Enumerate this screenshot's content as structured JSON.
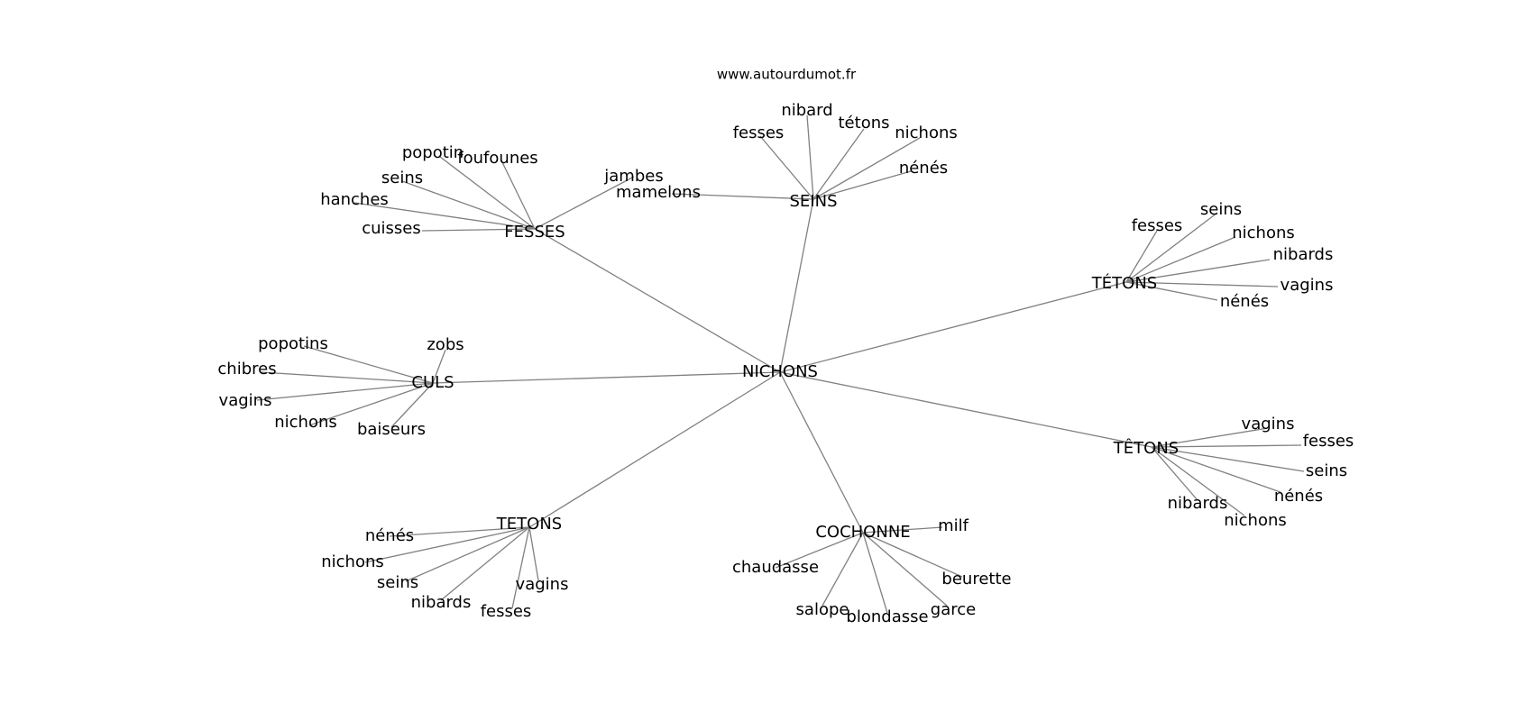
{
  "credit": "www.autourdumot.fr",
  "colors": {
    "edge": "#808080",
    "text": "#000000",
    "background": "#ffffff"
  },
  "center": "NICHONS",
  "clusters": [
    {
      "id": "fesses",
      "label": "FESSES",
      "words": [
        "jambes",
        "foufounes",
        "popotin",
        "seins",
        "hanches",
        "cuisses"
      ]
    },
    {
      "id": "seins",
      "label": "SEINS",
      "words": [
        "mamelons",
        "fesses",
        "nibard",
        "tétons",
        "nichons",
        "nénés"
      ]
    },
    {
      "id": "tetons-acute",
      "label": "TÉTONS",
      "words": [
        "fesses",
        "seins",
        "nichons",
        "nibards",
        "vagins",
        "nénés"
      ]
    },
    {
      "id": "culs",
      "label": "CULS",
      "words": [
        "zobs",
        "popotins",
        "chibres",
        "vagins",
        "nichons",
        "baiseurs"
      ]
    },
    {
      "id": "tetons-circ",
      "label": "TÊTONS",
      "words": [
        "vagins",
        "fesses",
        "seins",
        "nénés",
        "nichons",
        "nibards"
      ]
    },
    {
      "id": "tetons",
      "label": "TETONS",
      "words": [
        "nénés",
        "nichons",
        "seins",
        "nibards",
        "fesses",
        "vagins"
      ]
    },
    {
      "id": "cochonne",
      "label": "COCHONNE",
      "words": [
        "milf",
        "chaudasse",
        "beurette",
        "garce",
        "blondasse",
        "salope"
      ]
    }
  ]
}
